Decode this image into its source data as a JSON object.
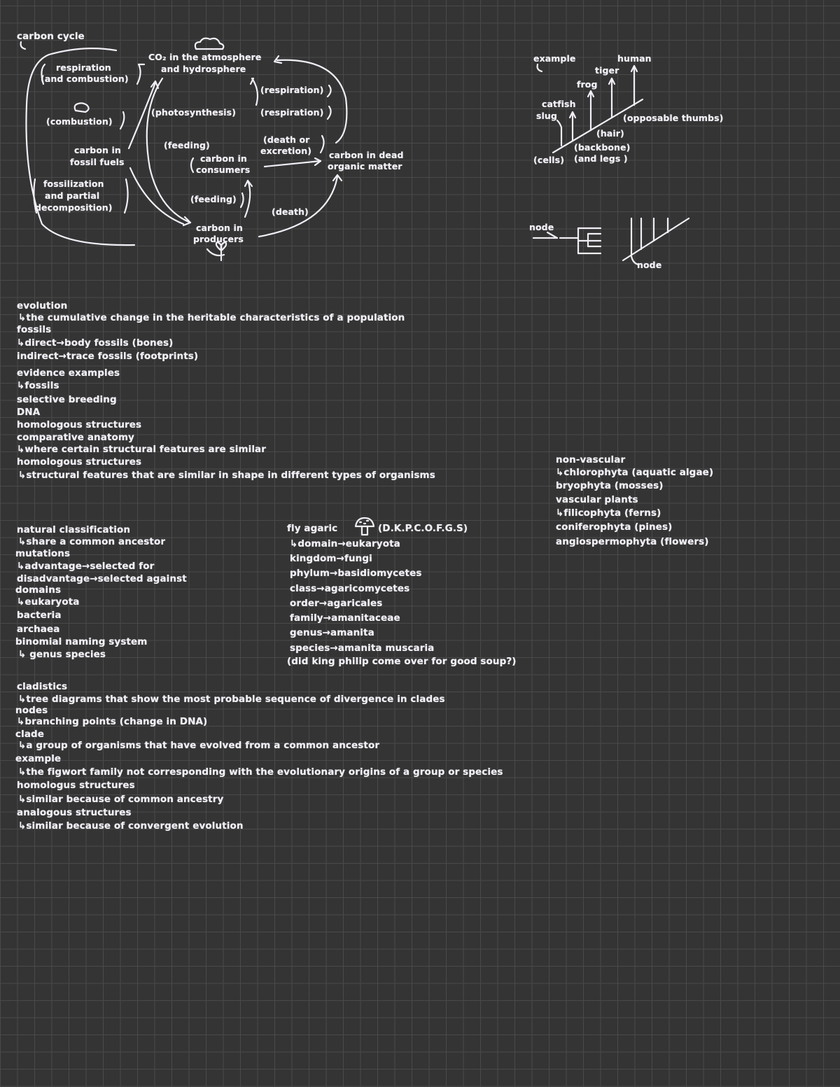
{
  "carbon_cycle": {
    "title": "carbon cycle",
    "atmosphere_1": "CO₂ in the atmosphere",
    "atmosphere_2": "and hydrosphere",
    "respiration_combustion_1": "respiration",
    "respiration_combustion_2": "(and combustion)",
    "combustion": "(combustion)",
    "fossil_fuels_1": "carbon in",
    "fossil_fuels_2": "fossil fuels",
    "fossilization_1": "fossilization",
    "fossilization_2": "and partial",
    "fossilization_3": "decomposition)",
    "photosynthesis": "(photosynthesis)",
    "respiration_top": "(respiration)",
    "respiration_mid": "(respiration)",
    "death_excretion_1": "(death or",
    "death_excretion_2": "excretion)",
    "feeding_upper": "(feeding)",
    "consumers_1": "carbon in",
    "consumers_2": "consumers",
    "feeding_lower": "(feeding)",
    "death": "(death)",
    "producers_1": "carbon in",
    "producers_2": "producers",
    "dead_matter_1": "carbon in dead",
    "dead_matter_2": "organic matter"
  },
  "cladogram_example": {
    "label": "example",
    "human": "human",
    "tiger": "tiger",
    "frog": "frog",
    "catfish": "catfish",
    "slug": "slug",
    "opposable_thumbs": "(opposable thumbs)",
    "hair": "(hair)",
    "backbone_1": "(backbone)",
    "backbone_2": "(and legs )",
    "cells": "(cells)",
    "node_left": "node",
    "node_right": "node"
  },
  "notes_block1": [
    "evolution",
    "↳the cumulative change  in the heritable characteristics of a population",
    "fossils",
    "↳direct→body  fossils (bones)",
    "  indirect→trace  fossils  (footprints)",
    "evidence examples",
    "↳fossils",
    "  selective breeding",
    "  DNA",
    "  homologous structures",
    "comparative anatomy",
    "↳where certain  structural  features are similar",
    "homologous structures",
    "↳structural features that are similar in shape  in different types of organisms"
  ],
  "plants": [
    "non-vascular",
    "↳chlorophyta (aquatic algae)",
    "  bryophyta (mosses)",
    "vascular plants",
    "↳filicophyta (ferns)",
    "  coniferophyta (pines)",
    "  angiospermophyta  (flowers)"
  ],
  "notes_block2": [
    "natural classification",
    "↳share a common ancestor",
    "mutations",
    "↳advantage→selected for",
    "  disadvantage→selected against",
    "domains",
    "↳eukaryota",
    "  bacteria",
    "  archaea",
    "binomial naming system",
    "↳ genus species"
  ],
  "fly_agaric": {
    "title": "fly agaric",
    "mnemonic_letters": "(D.K.P.C.O.F.G.S)",
    "lines": [
      "↳domain→eukaryota",
      "  kingdom→fungi",
      "  phylum→basidiomycetes",
      "  class→agaricomycetes",
      "  order→agaricales",
      "  family→amanitaceae",
      "  genus→amanita",
      "  species→amanita muscaria"
    ],
    "mnemonic": "(did king  philip come  over  for good  soup?)"
  },
  "notes_block3": [
    "cladistics",
    "↳tree diagrams that show the most probable sequence of divergence in clades",
    "nodes",
    "↳branching points (change in DNA)",
    "clade",
    "↳a group of organisms  that  have evolved from a common ancestor",
    "example",
    "↳the figwort  family not corresponding with the evolutionary origins of a group or species",
    "homologus structures",
    "↳similar because of common ancestry",
    "analogous structures",
    "↳similar because of convergent  evolution"
  ]
}
